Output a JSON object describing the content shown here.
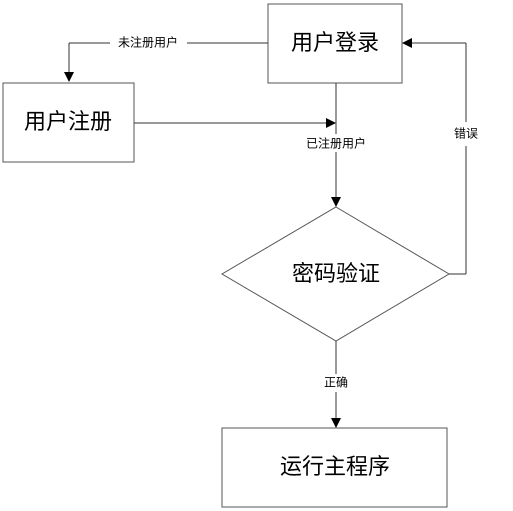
{
  "nodes": {
    "login": {
      "label": "用户登录"
    },
    "register": {
      "label": "用户注册"
    },
    "verify": {
      "label": "密码验证"
    },
    "run": {
      "label": "运行主程序"
    }
  },
  "edges": {
    "unregistered": {
      "label": "未注册用户"
    },
    "registered": {
      "label": "已注册用户"
    },
    "error": {
      "label": "错误"
    },
    "correct": {
      "label": "正确"
    }
  },
  "colors": {
    "stroke": "#555555",
    "arrow": "#000000"
  }
}
